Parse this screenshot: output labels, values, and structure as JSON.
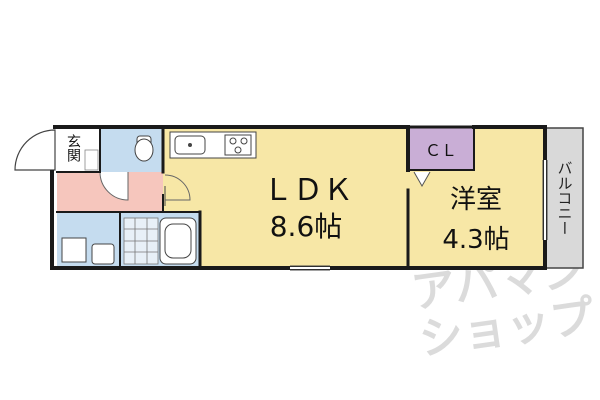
{
  "rooms": {
    "entrance": {
      "label": "玄関"
    },
    "ldk": {
      "name": "ＬＤＫ",
      "size": "8.6帖"
    },
    "western_room": {
      "name": "洋室",
      "size": "4.3帖"
    },
    "closet": {
      "label": "ＣＬ"
    },
    "balcony": {
      "label": "バルコニー"
    }
  },
  "watermark": {
    "line1": "アパマン",
    "line2": "ショップ"
  },
  "colors": {
    "ldk_floor": "#f7e7a6",
    "western_floor": "#f7e7a6",
    "closet": "#c9aed6",
    "wet_area": "#c5dcef",
    "corridor": "#f6c6bd",
    "balcony": "#d9d9d9",
    "wall": "#1a1a1a"
  }
}
